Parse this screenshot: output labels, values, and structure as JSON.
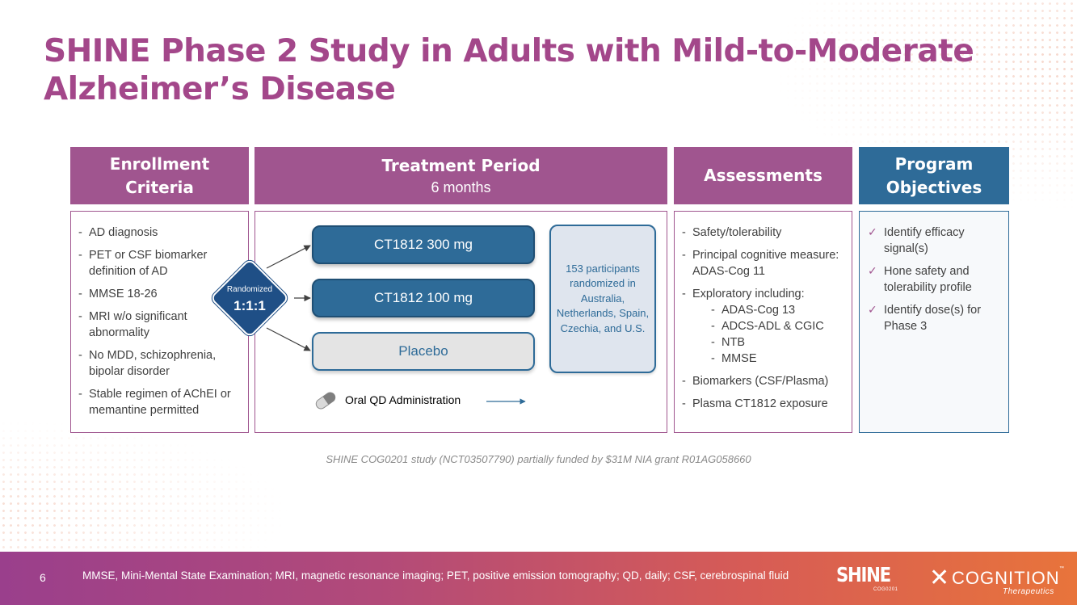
{
  "title": {
    "line1": "SHINE Phase 2 Study in Adults with Mild-to-Moderate",
    "line2": "Alzheimer’s Disease"
  },
  "headers": {
    "enrollment_line1": "Enrollment",
    "enrollment_line2": "Criteria",
    "treatment_title": "Treatment Period",
    "treatment_sub": "6 months",
    "assessments": "Assessments",
    "objectives_line1": "Program",
    "objectives_line2": "Objectives"
  },
  "enrollment": [
    "AD diagnosis",
    "PET or CSF biomarker definition of AD",
    "MMSE 18-26",
    "MRI w/o significant abnormality",
    "No MDD, schizophrenia, bipolar disorder",
    "Stable regimen of AChEI or memantine permitted"
  ],
  "treatment": {
    "randomized_label": "Randomized",
    "ratio": "1:1:1",
    "arms": [
      "CT1812 300 mg",
      "CT1812 100 mg",
      "Placebo"
    ],
    "callout": "153 participants randomized in Australia, Netherlands, Spain, Czechia, and U.S.",
    "administration": "Oral QD Administration"
  },
  "assessments": {
    "item1": "Safety/tolerability",
    "item2": "Principal cognitive measure: ADAS-Cog 11",
    "item3": "Exploratory including:",
    "exploratory": [
      "ADAS-Cog 13",
      "ADCS-ADL & CGIC",
      "NTB",
      "MMSE"
    ],
    "item4": "Biomarkers (CSF/Plasma)",
    "item5": "Plasma CT1812 exposure"
  },
  "objectives": [
    "Identify efficacy signal(s)",
    "Hone safety and tolerability profile",
    "Identify dose(s) for Phase 3"
  ],
  "footnote": "SHINE COG0201 study (NCT03507790) partially funded by $31M NIA grant R01AG058660",
  "footer": {
    "page": "6",
    "abbreviations": "MMSE, Mini-Mental State Examination; MRI, magnetic resonance imaging; PET, positive emission tomography; QD, daily; CSF, cerebrospinal fluid",
    "shine_logo": "SHINE",
    "shine_sub": "COG0201",
    "cognition_logo": "COGNITION",
    "cognition_sub": "Therapeutics",
    "cognition_tm": "™"
  },
  "colors": {
    "accent_purple": "#a0558f",
    "title_purple": "#a3478a",
    "accent_blue": "#2e6b98"
  },
  "icons": [
    "pill-icon",
    "checkmark-icon",
    "arrow-right-icon"
  ]
}
